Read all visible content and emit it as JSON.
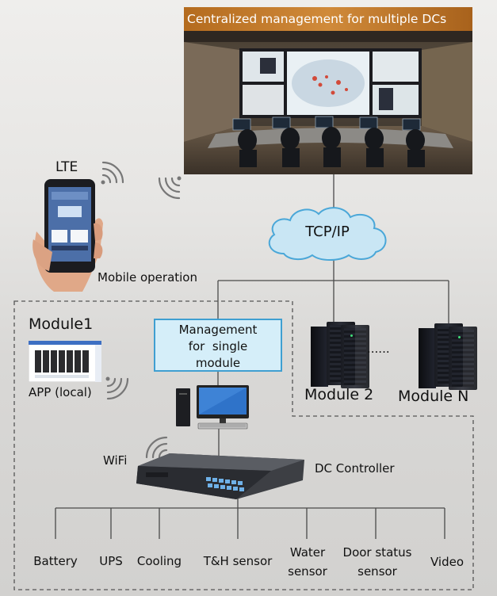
{
  "control_room": {
    "title": "Centralized management for multiple DCs"
  },
  "network": {
    "cloud_label": "TCP/IP"
  },
  "mobile": {
    "lte_label": "LTE",
    "caption": "Mobile operation"
  },
  "module1": {
    "title": "Module1",
    "app_label": "APP (local)",
    "management_box": [
      "Management",
      "for  single",
      "module"
    ],
    "wifi_label": "WiFi",
    "controller_label": "DC Controller"
  },
  "modules": {
    "module2_label": "Module 2",
    "ellipsis": "......",
    "moduleN_label": "Module N"
  },
  "subsystems": [
    {
      "line1": "Battery",
      "line2": ""
    },
    {
      "line1": "UPS",
      "line2": ""
    },
    {
      "line1": "Cooling",
      "line2": ""
    },
    {
      "line1": "T&H sensor",
      "line2": ""
    },
    {
      "line1": "Water",
      "line2": "sensor"
    },
    {
      "line1": "Door status",
      "line2": "sensor"
    },
    {
      "line1": "Video",
      "line2": ""
    }
  ],
  "colors": {
    "title_bar": "#c07a2c",
    "cloud_fill": "#c9e6f4",
    "cloud_stroke": "#4aa7d8",
    "mgmt_fill": "#d5eef9",
    "mgmt_stroke": "#3f9fd1",
    "wire": "#4a4a4a",
    "boundary": "#555555"
  }
}
